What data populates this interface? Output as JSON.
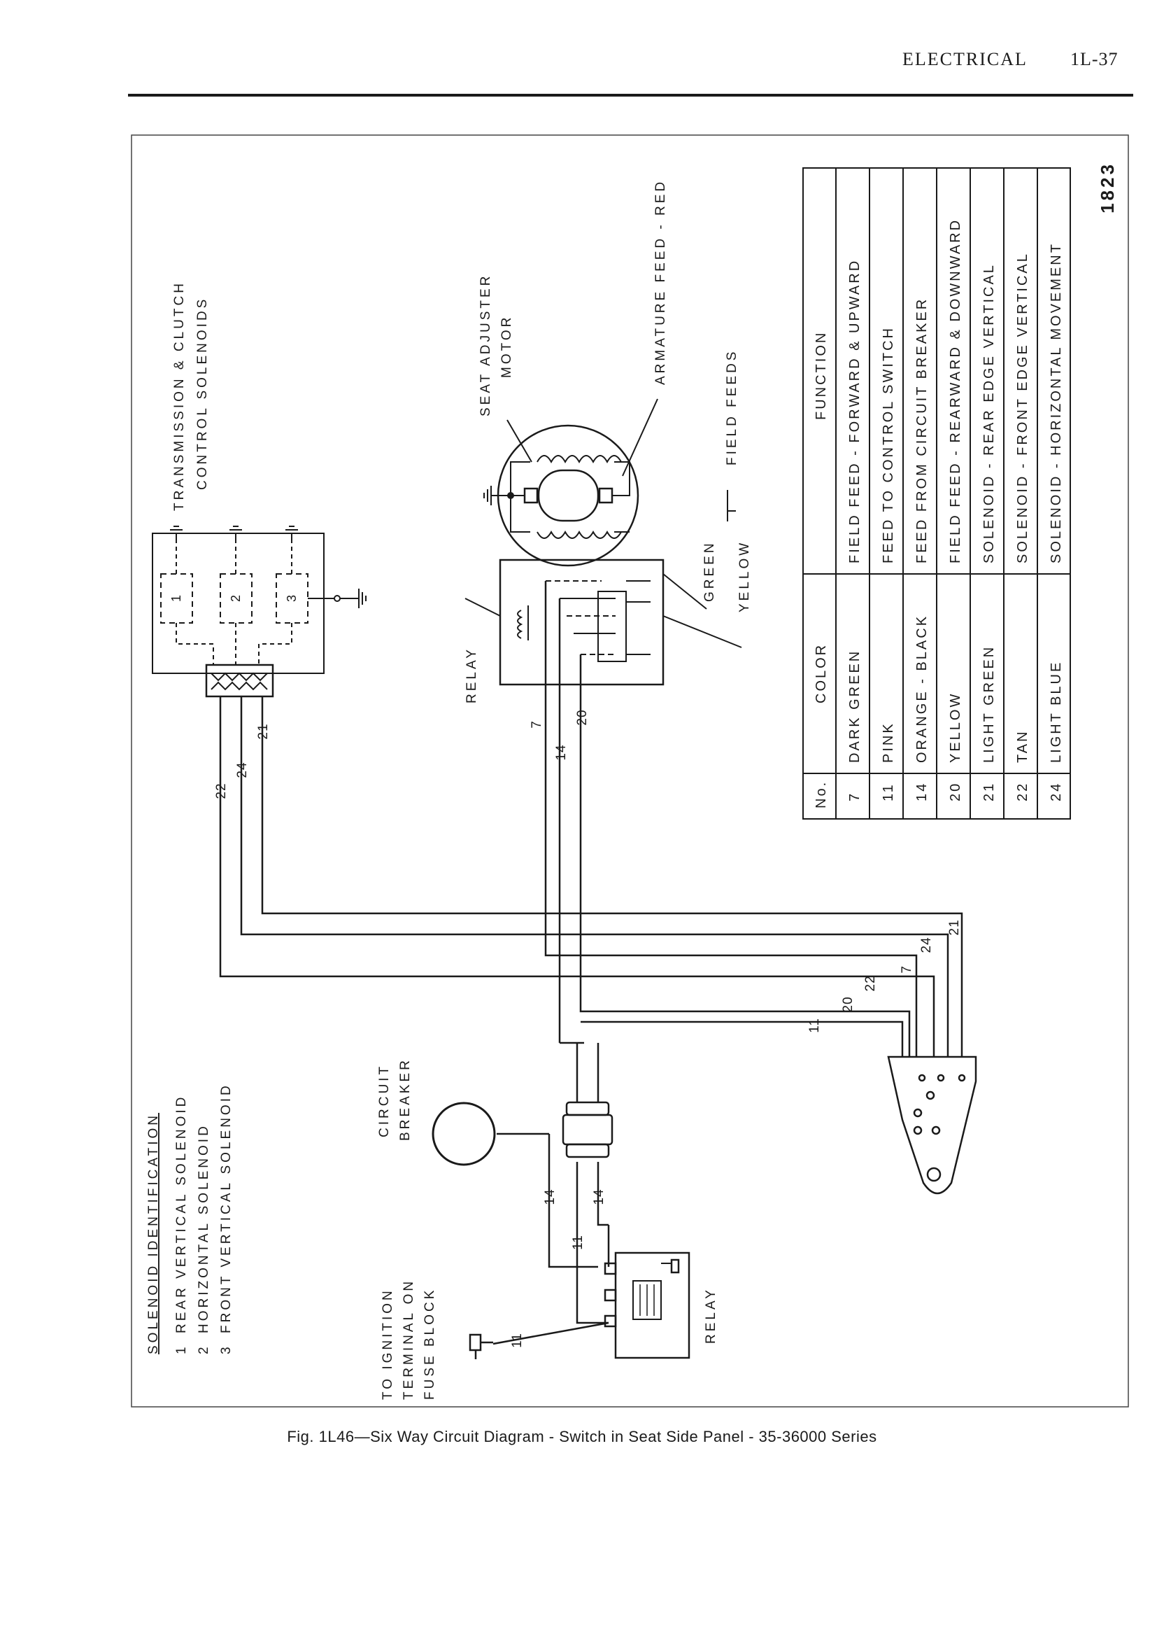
{
  "header": {
    "section": "ELECTRICAL",
    "page": "1L-37"
  },
  "figure_number": "1823",
  "caption": "Fig. 1L46—Six Way Circuit Diagram - Switch in Seat Side Panel - 35-36000 Series",
  "labels": {
    "solenoids_title_1": "TRANSMISSION & CLUTCH",
    "solenoids_title_2": "CONTROL SOLENOIDS",
    "motor_1": "SEAT ADJUSTER",
    "motor_2": "MOTOR",
    "armature": "ARMATURE FEED - RED",
    "field_feeds": "FIELD FEEDS",
    "green": "GREEN",
    "yellow": "YELLOW",
    "relay_upper": "RELAY",
    "relay_lower": "RELAY",
    "circuit_breaker_1": "CIRCUIT",
    "circuit_breaker_2": "BREAKER",
    "ignition_1": "TO IGNITION",
    "ignition_2": "TERMINAL ON",
    "ignition_3": "FUSE BLOCK"
  },
  "solenoid_numbers": [
    "1",
    "2",
    "3"
  ],
  "solenoid_id": {
    "title": "SOLENOID IDENTIFICATION",
    "items": [
      {
        "no": "1",
        "name": "REAR VERTICAL SOLENOID"
      },
      {
        "no": "2",
        "name": "HORIZONTAL SOLENOID"
      },
      {
        "no": "3",
        "name": "FRONT VERTICAL SOLENOID"
      }
    ]
  },
  "wire_table": {
    "headers": {
      "no": "No.",
      "color": "COLOR",
      "function": "FUNCTION"
    },
    "rows": [
      {
        "no": "7",
        "color": "DARK GREEN",
        "function": "FIELD FEED - FORWARD & UPWARD"
      },
      {
        "no": "11",
        "color": "PINK",
        "function": "FEED TO CONTROL SWITCH"
      },
      {
        "no": "14",
        "color": "ORANGE - BLACK",
        "function": "FEED FROM CIRCUIT BREAKER"
      },
      {
        "no": "20",
        "color": "YELLOW",
        "function": "FIELD FEED - REARWARD & DOWNWARD"
      },
      {
        "no": "21",
        "color": "LIGHT GREEN",
        "function": "SOLENOID - REAR EDGE VERTICAL"
      },
      {
        "no": "22",
        "color": "TAN",
        "function": "SOLENOID - FRONT EDGE VERTICAL"
      },
      {
        "no": "24",
        "color": "LIGHT BLUE",
        "function": "SOLENOID - HORIZONTAL MOVEMENT"
      }
    ]
  },
  "wire_labels": {
    "w22": "22",
    "w24": "24",
    "w21": "21",
    "w7": "7",
    "w14": "14",
    "w20": "20",
    "r21": "21",
    "r24": "24",
    "r7": "7",
    "r22": "22",
    "r20": "20",
    "r11": "11",
    "b14a": "14",
    "b14b": "14",
    "b11a": "11",
    "b11b": "11"
  }
}
